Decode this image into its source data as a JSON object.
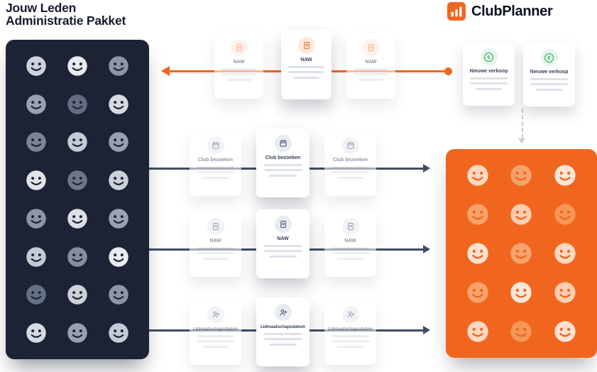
{
  "header": {
    "title_line1": "Jouw Leden",
    "title_line2": "Administratie Pakket"
  },
  "brand": {
    "name": "ClubPlanner",
    "logo_icon": "bar-chart-icon"
  },
  "colors": {
    "dark_panel": "#1d2335",
    "orange": "#f1661f",
    "arrow": "#414c66",
    "green": "#2fae63",
    "placeholder_line": "#dde1e9"
  },
  "top_flow": {
    "card_label": "NAW",
    "icon": "document-icon",
    "card_count": 3,
    "arrow_direction": "left"
  },
  "sales_cards": {
    "label": "Nieuwe verkoop",
    "icon": "euro-icon",
    "count": 2
  },
  "flows": [
    {
      "label": "Club bezoeken",
      "icon": "calendar-icon"
    },
    {
      "label": "NAW",
      "icon": "document-icon"
    },
    {
      "label": "Lidmaatschapsdatum",
      "icon": "member-add-icon"
    }
  ],
  "source_panel": {
    "grid": {
      "cols": 3,
      "rows": 8
    },
    "smiley_colors": [
      "#cdd2dc",
      "#e8eaef",
      "#8d96a6",
      "#99a2b2",
      "#636d82",
      "#d6dae2",
      "#7b8495",
      "#c5cbd5",
      "#98a1b1",
      "#e2e4ea",
      "#6d7789",
      "#ccd1da",
      "#8d96a6",
      "#dcdfe6",
      "#9aa3b3",
      "#c5cbd5",
      "#848e9e",
      "#e8eaef",
      "#667085",
      "#ccd1da",
      "#8d96a6",
      "#d6dae2",
      "#98a1b1",
      "#c5cbd5"
    ]
  },
  "clubplanner_panel": {
    "grid": {
      "cols": 3,
      "rows": 5
    },
    "smiley_colors": [
      "#ffd8c1",
      "#f6a26c",
      "#ffe7d8",
      "#f6a26c",
      "#ffceb1",
      "#f49757",
      "#ffe2d0",
      "#f6a26c",
      "#ffd8c1",
      "#f6a26c",
      "#ffe7d8",
      "#ffceb1",
      "#ffd8c1",
      "#f49757",
      "#ffe2d0"
    ]
  }
}
